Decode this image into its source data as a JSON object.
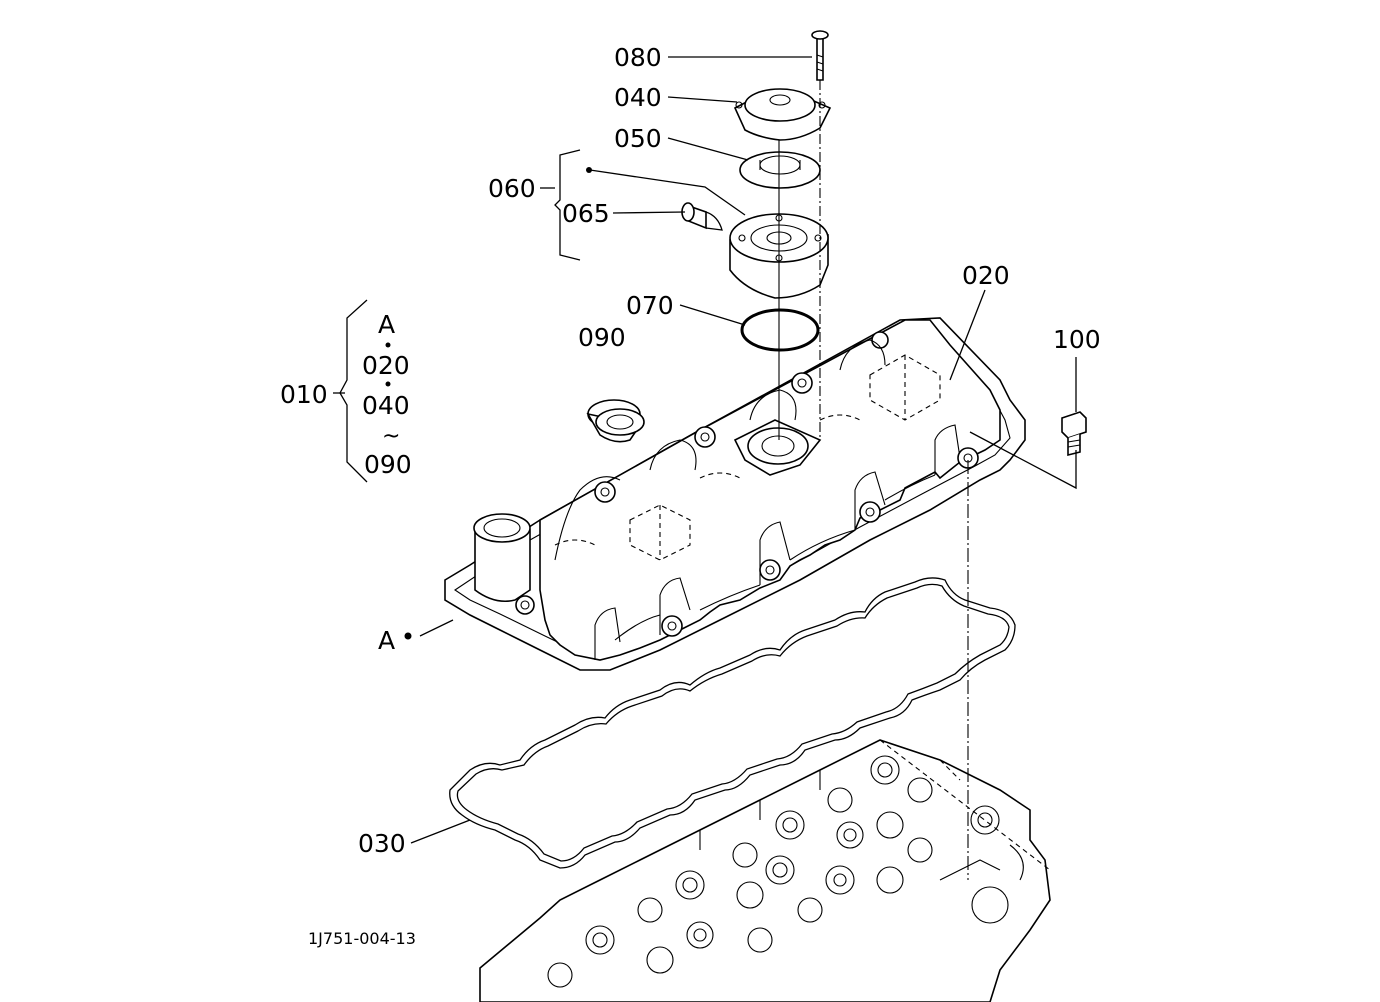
{
  "labels": {
    "p080": "080",
    "p040": "040",
    "p050": "050",
    "p060": "060",
    "p065": "065",
    "p070": "070",
    "p090": "090",
    "p020": "020",
    "p100": "100",
    "p010": "010",
    "p030": "030",
    "pA": "A"
  },
  "group_010": {
    "items": [
      "A",
      "020",
      "040",
      "090"
    ]
  },
  "drawing_code": "1J751-004-13"
}
